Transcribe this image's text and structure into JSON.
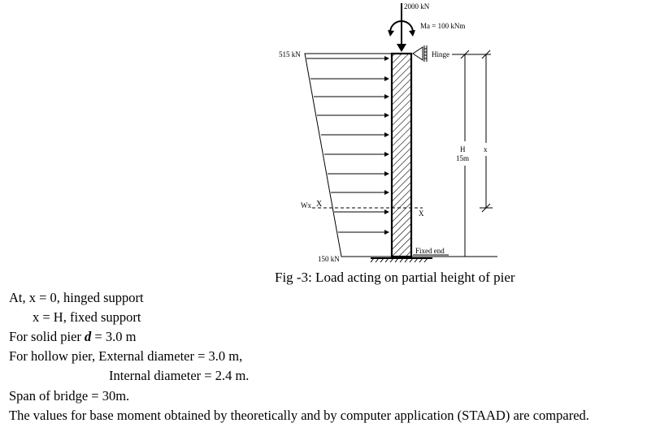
{
  "figure": {
    "labels": {
      "top_load": "2000 kN",
      "moment": "Ma = 100 kNm",
      "hinge": "Hinge",
      "top_pressure": "515 kN",
      "bottom_pressure": "150 kN",
      "wx": "Wx",
      "x_left": "X",
      "x_right": "X",
      "height_h": "H",
      "height_value": "15m",
      "x_dim": "x",
      "fixed_end": "Fixed end"
    },
    "caption": "Fig -3: Load acting on partial height of pier"
  },
  "text_lines": [
    "At, x = 0, hinged support",
    "x = H, fixed support",
    "For solid pier",
    "d",
    "= 3.0 m",
    "For hollow pier, External diameter = 3.0 m,",
    "Internal diameter = 2.4 m.",
    "Span of bridge = 30m.",
    "The values for base moment obtained by theoretically and by computer application (STAAD) are compared."
  ]
}
